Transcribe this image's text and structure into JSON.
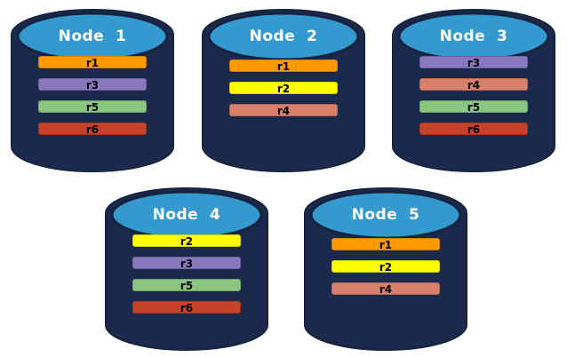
{
  "diagram": {
    "background": "#FFFFFF",
    "cylinder_body_color": "#1B2A4C",
    "cylinder_top_color": "#3399CF",
    "cylinder_outline_color": "#16233F",
    "node_title_color": "#FFFFFF",
    "row_label_color": "#000000"
  },
  "row_colors": {
    "r1": "#FE9900",
    "r2": "#FFFF00",
    "r3": "#8878BE",
    "r4": "#D9806C",
    "r5": "#8BC681",
    "r6": "#C64327"
  },
  "nodes": [
    {
      "title": "Node  1",
      "rows": [
        "r1",
        "r3",
        "r5",
        "r6"
      ]
    },
    {
      "title": "Node  2",
      "rows": [
        "r1",
        "r2",
        "r4"
      ]
    },
    {
      "title": "Node  3",
      "rows": [
        "r3",
        "r4",
        "r5",
        "r6"
      ]
    },
    {
      "title": "Node  4",
      "rows": [
        "r2",
        "r3",
        "r5",
        "r6"
      ]
    },
    {
      "title": "Node  5",
      "rows": [
        "r1",
        "r2",
        "r4"
      ]
    }
  ]
}
